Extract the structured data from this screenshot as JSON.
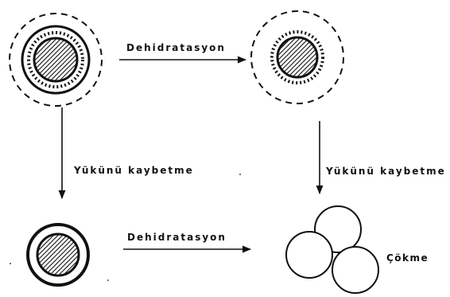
{
  "labels": {
    "top_arrow": "Dehidratasyon",
    "left_arrow": "Yükünü kaybetme",
    "right_arrow": "Yükünü kaybetme",
    "bottom_arrow": "Dehidratasyon",
    "collapse": "Çökme"
  },
  "colors": {
    "ink": "#111111",
    "background": "#ffffff"
  }
}
